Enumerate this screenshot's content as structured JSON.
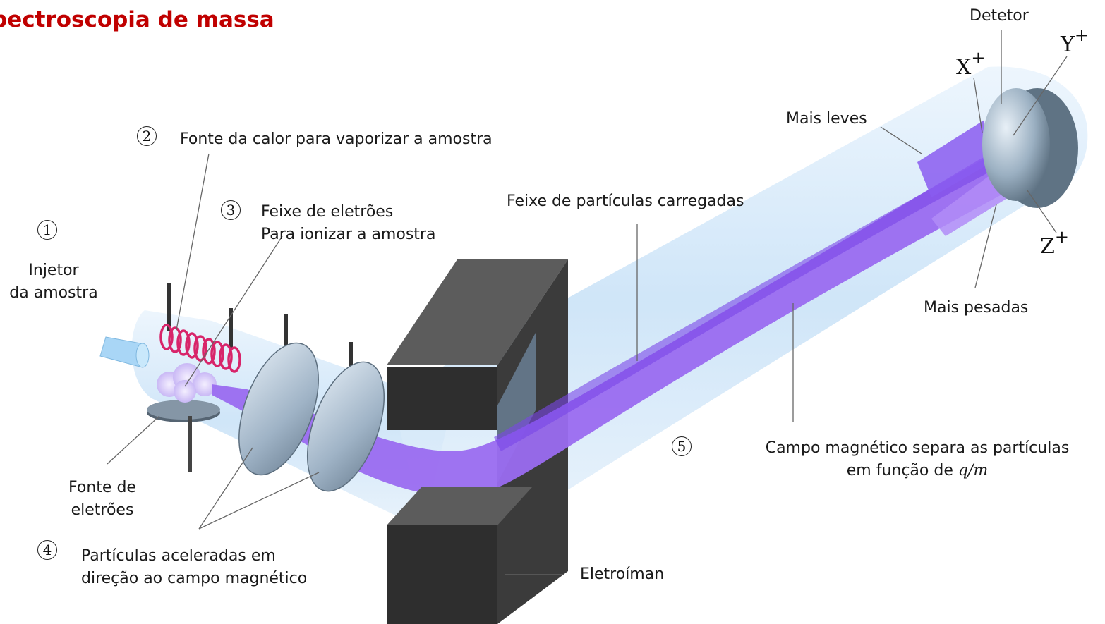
{
  "title": "pectroscopia de massa",
  "labels": {
    "detector": "Detetor",
    "lighter": "Mais leves",
    "heavier": "Mais pesadas",
    "beam": "Feixe de partículas carregadas",
    "heat_source": "Fonte da calor para vaporizar a amostra",
    "electron_beam_line1": "Feixe de eletrões",
    "electron_beam_line2": "Para ionizar a amostra",
    "injector_line1": "Injetor",
    "injector_line2": "da amostra",
    "electron_source_line1": "Fonte de",
    "electron_source_line2": "eletrões",
    "accelerated_line1": "Partículas aceleradas em",
    "accelerated_line2": "direção ao campo magnético",
    "electromagnet": "Eletroíman",
    "field_line1": "Campo magnético separa as partículas",
    "field_line2_prefix": "em função de ",
    "field_line2_formula": "q/m"
  },
  "step_numbers": [
    "1",
    "2",
    "3",
    "4",
    "5"
  ],
  "ions": {
    "x": {
      "letter": "X",
      "charge": "+"
    },
    "y": {
      "letter": "Y",
      "charge": "+"
    },
    "z": {
      "letter": "Z",
      "charge": "+"
    }
  },
  "colors": {
    "title": "#c00000",
    "tube": "#cfe6fa",
    "beam": "#9a6cf0",
    "magnet": "#404040",
    "coil": "#d8246a"
  }
}
